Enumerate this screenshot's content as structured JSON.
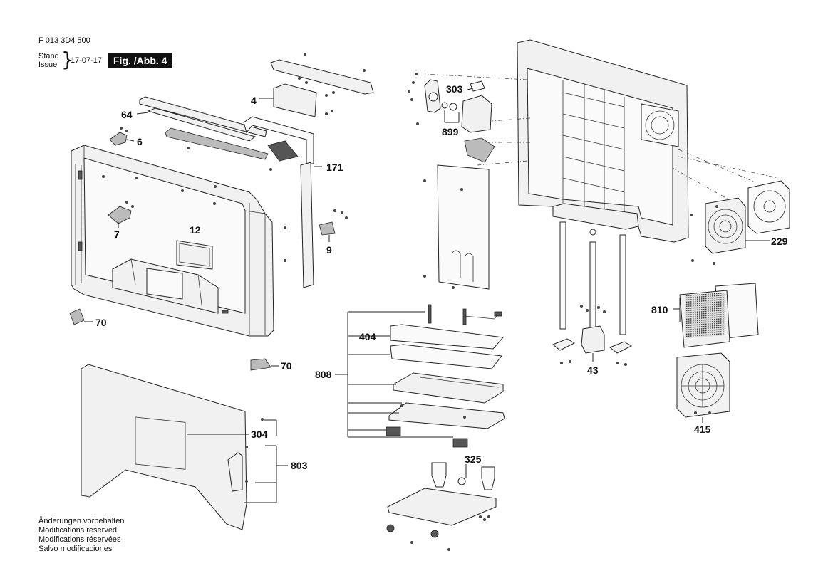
{
  "header": {
    "part_number": "F 013 3D4 500",
    "stand_label": "Stand",
    "issue_label": "Issue",
    "brace": "}",
    "date": "17-07-17",
    "figure": "Fig. /Abb. 4"
  },
  "footer": {
    "lines": [
      "Änderungen vorbehalten",
      "Modifications reserved",
      "Modifications réservées",
      "Salvo modificaciones"
    ]
  },
  "callouts": {
    "c4": "4",
    "c64": "64",
    "c6": "6",
    "c7": "7",
    "c12": "12",
    "c70a": "70",
    "c70b": "70",
    "c171": "171",
    "c9": "9",
    "c303": "303",
    "c899": "899",
    "c229": "229",
    "c810": "810",
    "c415": "415",
    "c43": "43",
    "c404": "404",
    "c808": "808",
    "c325": "325",
    "c304": "304",
    "c803": "803"
  }
}
